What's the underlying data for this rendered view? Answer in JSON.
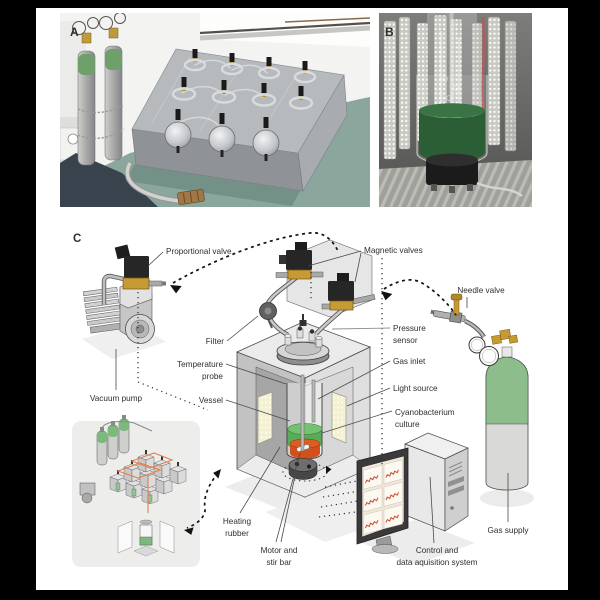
{
  "figure": {
    "panels": {
      "a": {
        "letter": "A"
      },
      "b": {
        "letter": "B"
      },
      "c": {
        "letter": "C"
      }
    },
    "labels": {
      "proportional_valve": "Proportional valve",
      "magnetic_valves": "Magnetic valves",
      "needle_valve": "Needle valve",
      "filter": "Filter",
      "pressure_sensor": [
        "Pressure",
        "sensor"
      ],
      "temperature_probe": [
        "Temperature",
        "probe"
      ],
      "vessel": "Vessel",
      "vacuum_pump": "Vacuum pump",
      "gas_inlet": "Gas inlet",
      "light_source": "Light source",
      "cyanobacterium_culture": [
        "Cyanobacterium",
        "culture"
      ],
      "heating_rubber": [
        "Heating",
        "rubber"
      ],
      "motor_stir_bar": [
        "Motor and",
        "stir bar"
      ],
      "control_system": [
        "Control and",
        "data aquisition system"
      ],
      "gas_supply": "Gas supply"
    },
    "colors": {
      "culture_green": "#58ac57",
      "culture_green_light": "#74c171",
      "heater_orange": "#d4501b",
      "brass": "#c79b33",
      "valve_body_black": "#262626",
      "light_panel_cream": "#f4f0d2",
      "gas_cylinder_green": "#8cbd8a",
      "monitor_trace_red": "#c84b28",
      "photo_table_teal": "#8ba69d",
      "photo_culture_green": "#2c5e36",
      "letterbox_black": "#000000"
    }
  }
}
